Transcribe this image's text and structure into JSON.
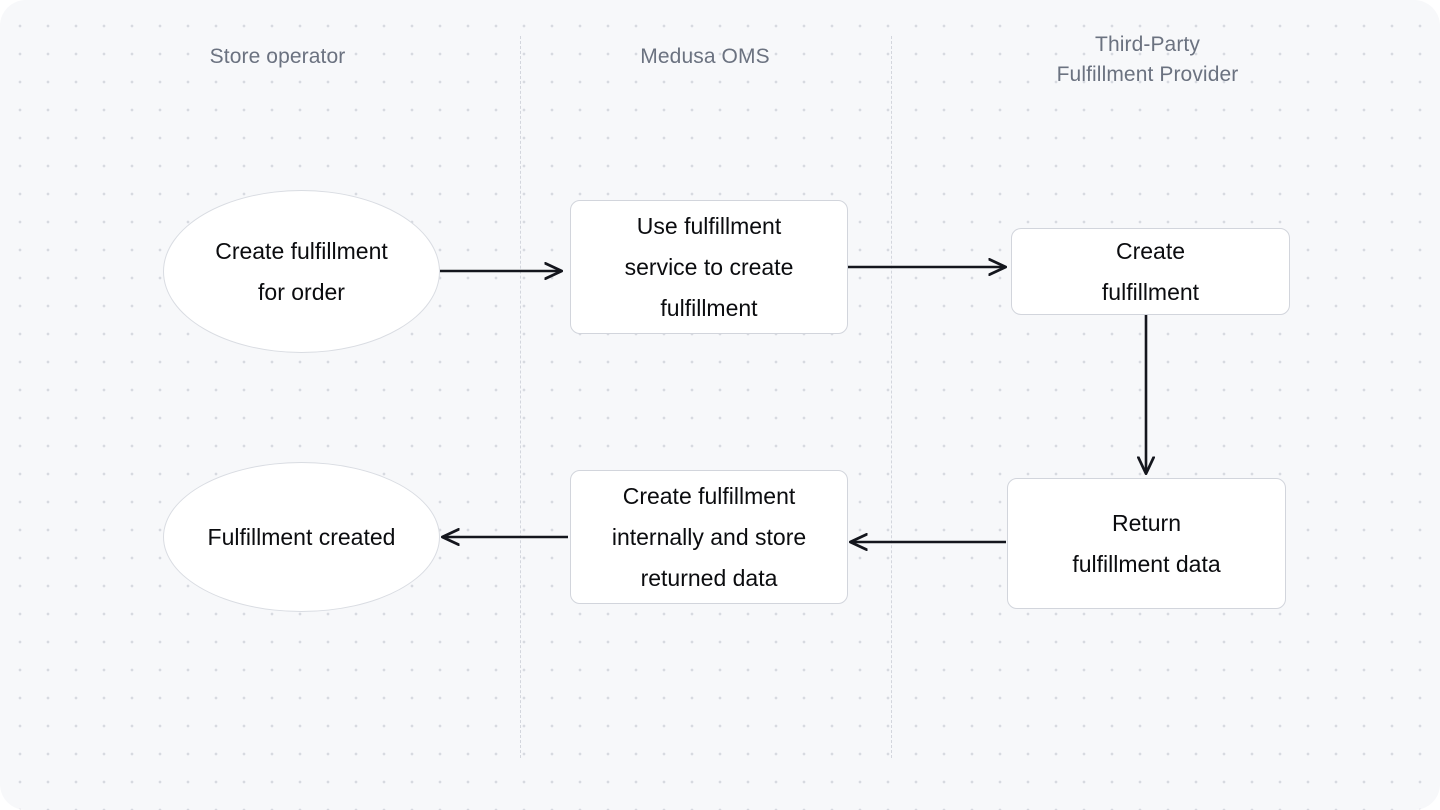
{
  "diagram": {
    "type": "flowchart",
    "orientation": "left-to-right swimlanes",
    "background_color": "#f7f8fa",
    "dot_grid_color": "#d7dae0",
    "node_border_color": "#d2d5dc",
    "node_fill_color": "#ffffff",
    "node_text_color": "#0b0c0f",
    "lane_label_color": "#6b7280",
    "edge_color": "#14161d",
    "lanes": [
      {
        "id": "lane-store-operator",
        "label": "Store operator"
      },
      {
        "id": "lane-medusa-oms",
        "label": "Medusa OMS"
      },
      {
        "id": "lane-third-party",
        "label": "Third-Party\nFulfillment Provider"
      }
    ],
    "nodes": [
      {
        "id": "node-create-fulfillment-for-order",
        "shape": "ellipse",
        "lane": "lane-store-operator",
        "label": "Create fulfillment\nfor order"
      },
      {
        "id": "node-use-fulfillment-service",
        "shape": "rect",
        "lane": "lane-medusa-oms",
        "label": "Use fulfillment\nservice to create\nfulfillment"
      },
      {
        "id": "node-create-fulfillment",
        "shape": "rect",
        "lane": "lane-third-party",
        "label": "Create\nfulfillment"
      },
      {
        "id": "node-return-fulfillment-data",
        "shape": "rect",
        "lane": "lane-third-party",
        "label": "Return\nfulfillment data"
      },
      {
        "id": "node-create-fulfillment-internally",
        "shape": "rect",
        "lane": "lane-medusa-oms",
        "label": "Create fulfillment\ninternally and store\nreturned data"
      },
      {
        "id": "node-fulfillment-created",
        "shape": "ellipse",
        "lane": "lane-store-operator",
        "label": "Fulfillment created"
      }
    ],
    "edges": [
      {
        "id": "edge-1",
        "from": "node-create-fulfillment-for-order",
        "to": "node-use-fulfillment-service",
        "direction": "right"
      },
      {
        "id": "edge-2",
        "from": "node-use-fulfillment-service",
        "to": "node-create-fulfillment",
        "direction": "right"
      },
      {
        "id": "edge-3",
        "from": "node-create-fulfillment",
        "to": "node-return-fulfillment-data",
        "direction": "down"
      },
      {
        "id": "edge-4",
        "from": "node-return-fulfillment-data",
        "to": "node-create-fulfillment-internally",
        "direction": "left"
      },
      {
        "id": "edge-5",
        "from": "node-create-fulfillment-internally",
        "to": "node-fulfillment-created",
        "direction": "left"
      }
    ]
  }
}
